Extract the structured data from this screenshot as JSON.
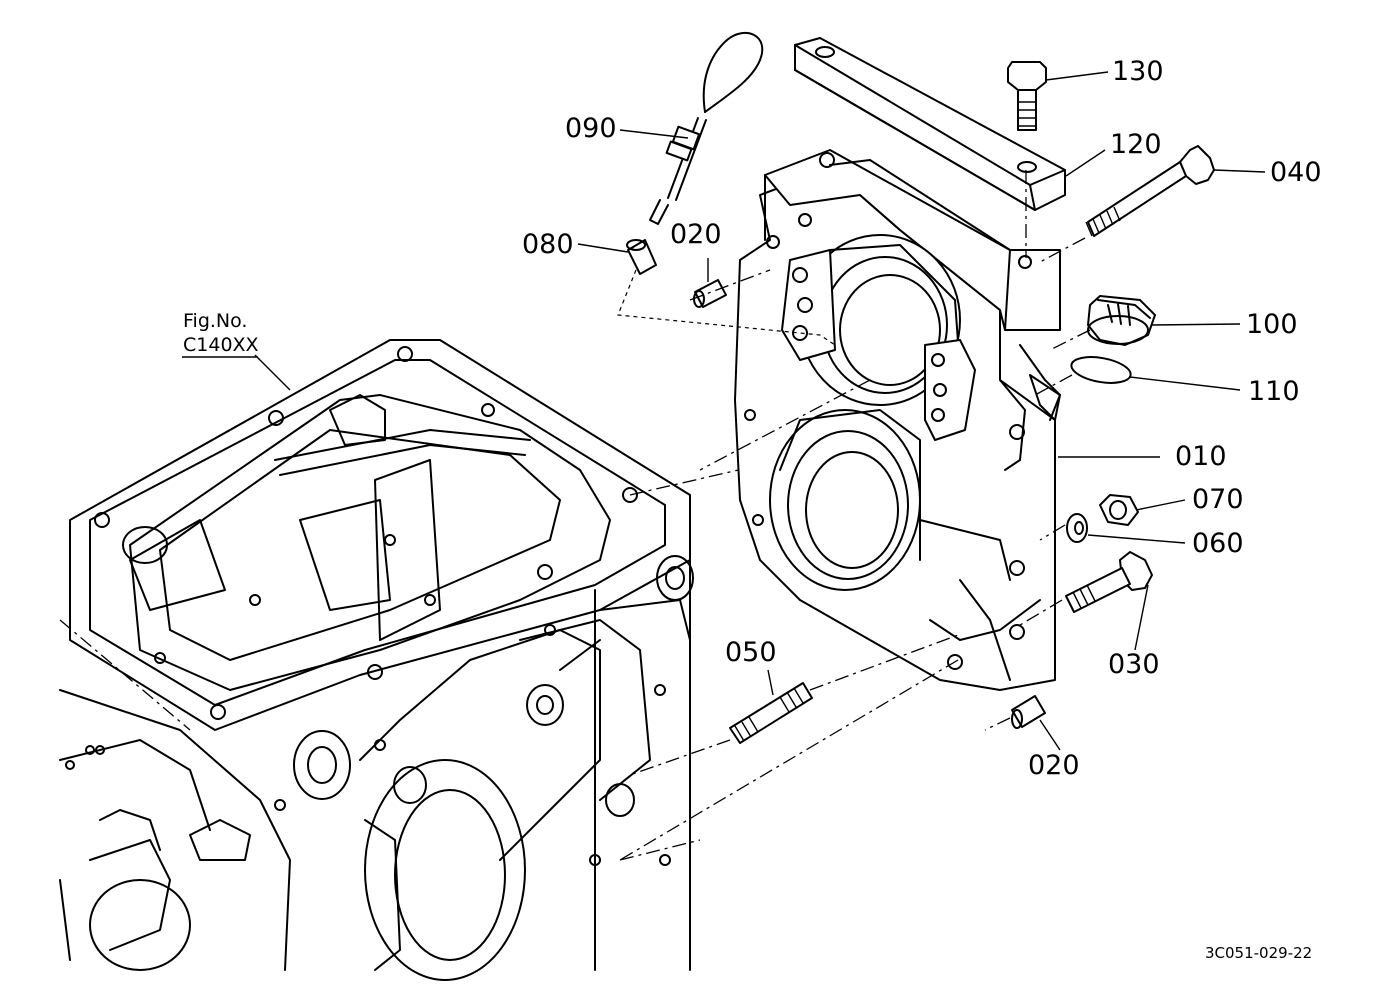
{
  "labels": {
    "p130": "130",
    "p120": "120",
    "p040": "040",
    "p090": "090",
    "p080": "080",
    "p020a": "020",
    "p100": "100",
    "p110": "110",
    "p010": "010",
    "p070": "070",
    "p060": "060",
    "p030": "030",
    "p050": "050",
    "p020b": "020"
  },
  "reference": {
    "line1": "Fig.No.",
    "line2": "C140XX"
  },
  "drawing_code": "3C051-029-22"
}
